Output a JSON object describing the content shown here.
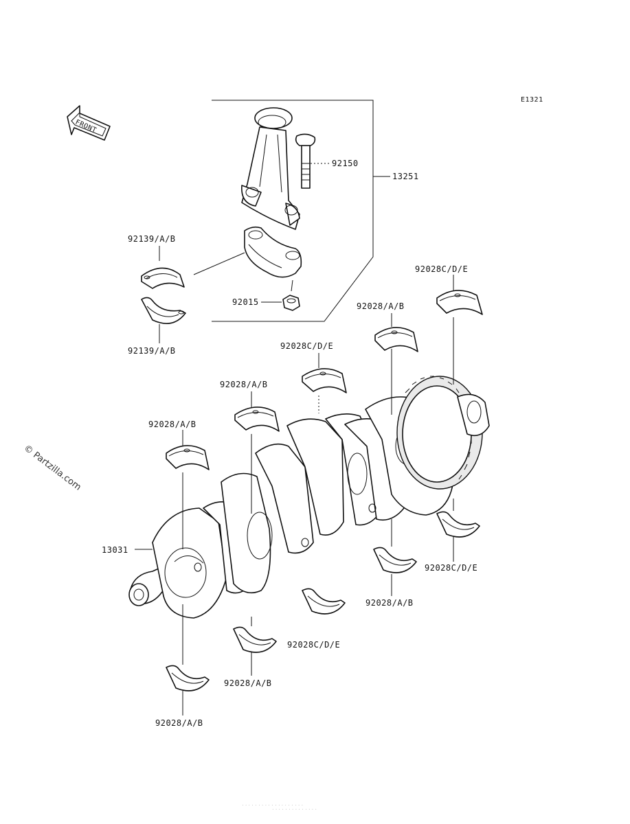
{
  "diagram_code": "E1321",
  "front_arrow_label": "FRONT",
  "watermark": "© Partzilla.com",
  "footer_fine_print": [
    "· · · · · · · · · · · · · · · · · · ·",
    "· · · · · · · · · · · · · ·"
  ],
  "labels": {
    "conrod_bolt": "92150",
    "conrod_assy": "13251",
    "conrod_bearing_top": "92139/A/B",
    "conrod_bearing_bottom": "92139/A/B",
    "conrod_nut": "92015",
    "main_bearing_upper_right": "92028C/D/E",
    "main_bearing_upper_2": "92028/A/B",
    "main_bearing_upper_3": "92028C/D/E",
    "main_bearing_upper_4": "92028/A/B",
    "main_bearing_upper_5": "92028/A/B",
    "crankshaft": "13031",
    "main_bearing_lower_right": "92028C/D/E",
    "main_bearing_lower_2": "92028/A/B",
    "main_bearing_lower_3": "92028C/D/E",
    "main_bearing_lower_4": "92028/A/B",
    "main_bearing_lower_5": "92028/A/B"
  }
}
